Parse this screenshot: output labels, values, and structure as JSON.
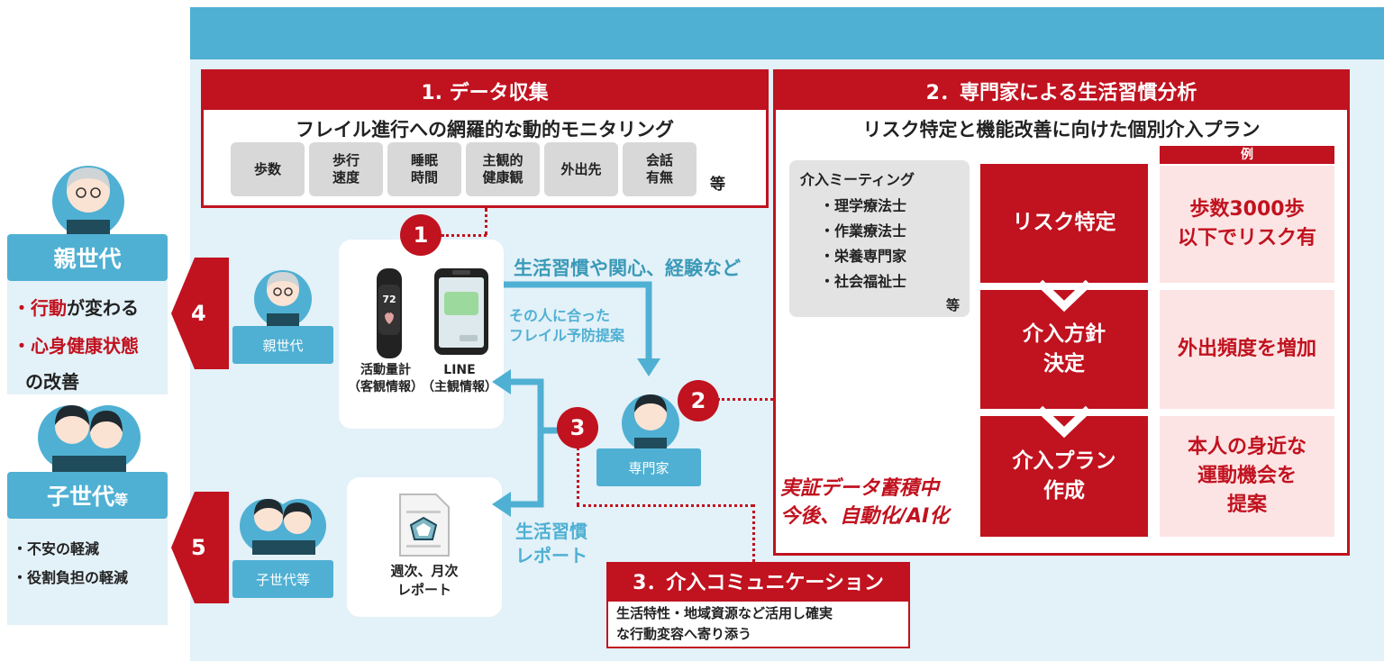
{
  "section1": {
    "title": "1. データ収集",
    "subtitle": "フレイル進行への網羅的な動的モニタリング",
    "items": [
      "歩数",
      "歩行\n速度",
      "睡眠\n時間",
      "主観的\n健康観",
      "外出先",
      "会話\n有無"
    ],
    "etc": "等"
  },
  "section2": {
    "title": "2．専門家による生活習慣分析",
    "subtitle": "リスク特定と機能改善に向けた個別介入プラン",
    "meeting_title": "介入ミーティング",
    "meeting_members": [
      "・理学療法士",
      "・作業療法士",
      "・栄養専門家",
      "・社会福祉士"
    ],
    "meeting_etc": "等",
    "example_label": "例",
    "steps": [
      "リスク特定",
      "介入方針\n決定",
      "介入プラン\n作成"
    ],
    "examples": [
      "歩数3000歩\n以下でリスク有",
      "外出頻度を増加",
      "本人の身近な\n運動機会を\n提案"
    ],
    "note": "実証データ蓄積中\n今後、自動化/AI化"
  },
  "section3": {
    "title": "3．介入コミュニケーション",
    "text": "生活特性・地域資源など活用し確実\nな行動変容へ寄り添う"
  },
  "numbers": [
    "1",
    "2",
    "3",
    "4",
    "5"
  ],
  "devices": {
    "watch_value": "72",
    "watch_label": "活動量計\n（客観情報）",
    "phone_label": "LINE\n（主観情報）",
    "report_label": "週次、月次\nレポート"
  },
  "flows": {
    "habits": "生活習慣や関心、経験など",
    "proposal": "その人に合った\nフレイル予防提案",
    "report": "生活習慣\nレポート"
  },
  "actors": {
    "parent": "親世代",
    "child": "子世代等",
    "expert": "専門家"
  },
  "left": {
    "parent_title": "親世代",
    "parent_lines": [
      "・",
      "行動",
      "が変わる",
      "・",
      "心身健康状態",
      "の改善"
    ],
    "child_title_main": "子世代",
    "child_title_sub": "等",
    "child_lines": [
      "・不安の軽減",
      "・役割負担の軽減"
    ]
  },
  "colors": {
    "red": "#c1121f",
    "blue": "#4fb0d3",
    "teal": "#3b9ab8",
    "pink": "#fde4e4",
    "panel": "#e3f1f8"
  }
}
